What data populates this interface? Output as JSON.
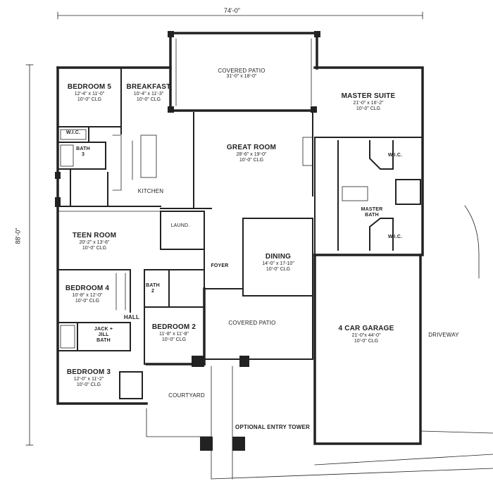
{
  "dimensions": {
    "width": "74'-0\"",
    "depth": "88'-0\""
  },
  "rooms": {
    "bedroom5": {
      "name": "BEDROOM 5",
      "size": "12'-4\" x 11'-0\"",
      "clg": "10'-0\" CLG"
    },
    "breakfast": {
      "name": "BREAKFAST",
      "size": "10'-4\" x 11'-3\"",
      "clg": "10'-0\" CLG"
    },
    "covered_patio_top": {
      "name": "COVERED PATIO",
      "size": "31'-0\" x 18'-0\""
    },
    "master_suite": {
      "name": "MASTER SUITE",
      "size": "21'-0\" x 16'-2\"",
      "clg": "10'-0\" CLG"
    },
    "wic_b5": {
      "name": "W.I.C."
    },
    "bath3": {
      "name": "BATH",
      "num": "3"
    },
    "great_room": {
      "name": "GREAT ROOM",
      "size": "28'-6\" x 19'-0\"",
      "clg": "10'-0\" CLG"
    },
    "wic_m1": {
      "name": "W.I.C."
    },
    "wic_m2": {
      "name": "W.I.C."
    },
    "master_bath": {
      "name": "MASTER",
      "name2": "BATH"
    },
    "kitchen": {
      "name": "KITCHEN"
    },
    "laundry": {
      "name": "LAUND."
    },
    "teen_room": {
      "name": "TEEN ROOM",
      "size": "20'-2\" x 13'-6\"",
      "clg": "10'-0\" CLG"
    },
    "dining": {
      "name": "DINING",
      "size": "14'-0\" x 17-10\"",
      "clg": "10'-0\" CLG"
    },
    "foyer": {
      "name": "FOYER"
    },
    "bedroom4": {
      "name": "BEDROOM 4",
      "size": "10'-8\" x 12'-0\"",
      "clg": "10'-0\" CLG"
    },
    "bath2": {
      "name": "BATH",
      "num": "2"
    },
    "hall": {
      "name": "HALL"
    },
    "covered_patio_mid": {
      "name": "COVERED PATIO"
    },
    "garage": {
      "name": "4 CAR GARAGE",
      "size": "21'-0\"x 44'-0\"",
      "clg": "10'-0\" CLG"
    },
    "jack_jill": {
      "name": "JACK +",
      "name2": "JILL",
      "name3": "BATH"
    },
    "bedroom2": {
      "name": "BEDROOM 2",
      "size": "11'-8\" x 11'-8\"",
      "clg": "10'-0\" CLG"
    },
    "driveway": {
      "name": "DRIVEWAY"
    },
    "bedroom3": {
      "name": "BEDROOM 3",
      "size": "12'-0\" x 11'-2\"",
      "clg": "10'-0\" CLG"
    },
    "courtyard": {
      "name": "COURTYARD"
    },
    "entry_tower": {
      "name": "OPTIONAL ENTRY TOWER"
    }
  }
}
